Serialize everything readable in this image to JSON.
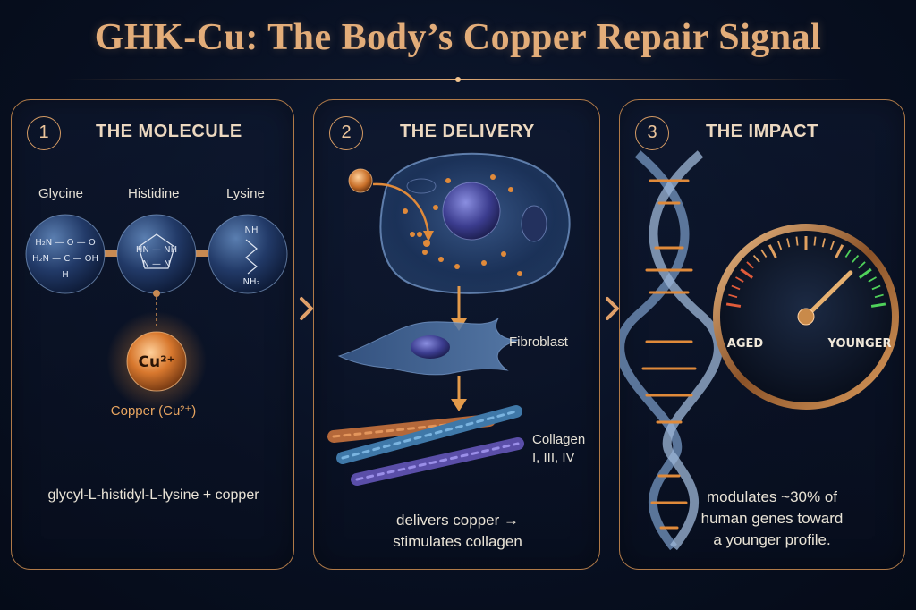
{
  "title": "GHK-Cu: The Body’s Copper Repair Signal",
  "panels": [
    {
      "number": "1",
      "title": "THE MOLECULE",
      "amino_acids": [
        "Glycine",
        "Histidine",
        "Lysine"
      ],
      "sphere_text": {
        "glycine": [
          "H₂N — O — O",
          "H₂N — C — OH",
          "H"
        ],
        "histidine": [
          "HN — NH",
          "N — N"
        ],
        "lysine": [
          "NH",
          "NH₂"
        ]
      },
      "copper_symbol": "Cu²⁺",
      "copper_label": "Copper (Cu²⁺)",
      "caption": "glycyl-L-histidyl-L-lysine + copper"
    },
    {
      "number": "2",
      "title": "THE DELIVERY",
      "fibroblast_label": "Fibroblast",
      "collagen_label": [
        "Collagen",
        "I, III, IV"
      ],
      "caption": [
        "delivers copper →",
        "stimulates collagen"
      ]
    },
    {
      "number": "3",
      "title": "THE IMPACT",
      "gauge": {
        "left_label": "AGED",
        "right_label": "YOUNGER",
        "needle_fraction": 0.78
      },
      "caption": [
        "modulates ~30% of",
        "human genes toward",
        "a younger profile."
      ]
    }
  ],
  "colors": {
    "title": "#e3ad79",
    "border": "#b07a48",
    "copper": "#e08a3a",
    "gauge_green": "#4fd15a",
    "gauge_red": "#e05b3a"
  }
}
